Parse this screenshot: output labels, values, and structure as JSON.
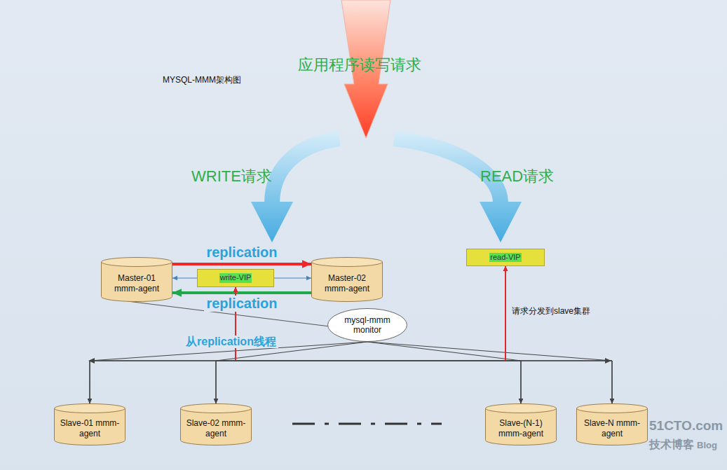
{
  "diagram": {
    "nodes": [
      {
        "text": [
          "Master-01 mmm-agent"
        ]
      },
      {
        "text": [
          "write-VIP"
        ]
      },
      {
        "text": [
          "Master-02 mmm-agent"
        ]
      },
      {
        "text": [
          "read-VIP"
        ]
      },
      {
        "text": [
          "mysql-mmm monitor"
        ]
      },
      {
        "text": [
          "Slave-01 mmm-agent"
        ]
      },
      {
        "text": [
          "Slave-02 mmm-agent"
        ]
      },
      {
        "text": [
          "Slave-(N-1) mmm-agent"
        ]
      },
      {
        "text": [
          "Slave-N mmm-agent"
        ]
      }
    ],
    "edges": [
      {
        "from": 0,
        "to": 2,
        "label": "replication",
        "arrow": "to"
      },
      {
        "from": 2,
        "to": 0,
        "label": "replication",
        "arrow": "to"
      },
      {
        "from": 1,
        "to": 0,
        "arrow": "to"
      },
      {
        "from": 1,
        "to": 2,
        "arrow": "to"
      },
      {
        "from": 4,
        "to": 0,
        "arrow": "none"
      },
      {
        "from": 4,
        "to": 5,
        "arrow": "to"
      },
      {
        "from": 4,
        "to": 6,
        "arrow": "to"
      },
      {
        "from": 4,
        "to": 7,
        "arrow": "to"
      },
      {
        "from": 4,
        "to": 8,
        "arrow": "to"
      },
      {
        "from": 1,
        "to": 5,
        "label": "从replication线程",
        "arrow": "both"
      },
      {
        "from": 1,
        "to": 6,
        "arrow": "both"
      },
      {
        "from": 1,
        "to": 7,
        "arrow": "both"
      },
      {
        "from": 1,
        "to": 8,
        "arrow": "both"
      },
      {
        "from": 3,
        "to": 5,
        "label": "请求分发到slave集群",
        "arrow": "both"
      },
      {
        "from": 3,
        "to": 6,
        "arrow": "both"
      },
      {
        "from": 3,
        "to": 7,
        "arrow": "both"
      },
      {
        "from": 3,
        "to": 8,
        "arrow": "both"
      }
    ],
    "labels": [
      "MYSQL-MMM架构图",
      "应用程序读写请求",
      "WRITE请求",
      "READ请求",
      "51CTO.com",
      "技术博客",
      "Blog"
    ]
  }
}
